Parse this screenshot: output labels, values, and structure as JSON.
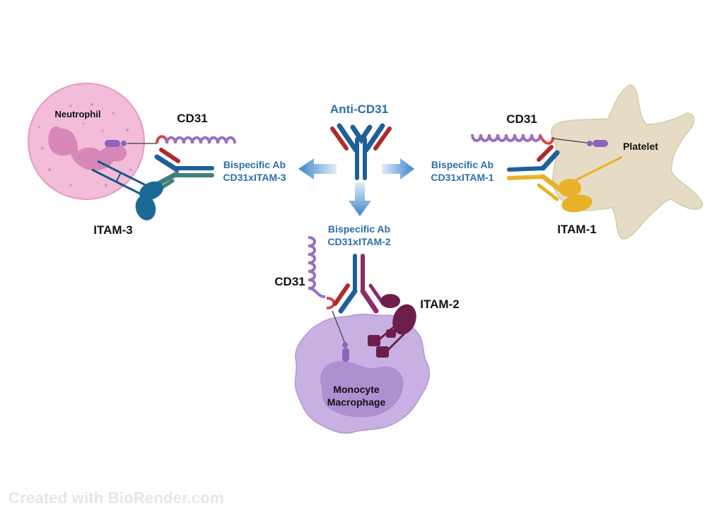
{
  "center": {
    "title": "Anti-CD31"
  },
  "left": {
    "cell_label": "Neutrophil",
    "cd31_label": "CD31",
    "ab_line1": "Bispecific Ab",
    "ab_line2": "CD31xITAM-3",
    "itam_label": "ITAM-3"
  },
  "right": {
    "cell_label": "Platelet",
    "cd31_label": "CD31",
    "ab_line1": "Bispecific Ab",
    "ab_line2": "CD31xITAM-1",
    "itam_label": "ITAM-1"
  },
  "bottom": {
    "cell_label_line1": "Monocyte",
    "cell_label_line2": "Macrophage",
    "cd31_label": "CD31",
    "ab_line1": "Bispecific Ab",
    "ab_line2": "CD31xITAM-2",
    "itam_label": "ITAM-2"
  },
  "watermark": "Created with BioRender.com",
  "colors": {
    "antibody_blue": "#1f5f9a",
    "antibody_red": "#b02a2a",
    "arrow_blue": "#3a86cc",
    "neutrophil_pink": "#f1b3d2",
    "neutrophil_nucleus": "#d88ab8",
    "platelet_beige": "#e6dcc6",
    "monocyte_lilac": "#c9b0e3",
    "cd31_purple": "#9a6fc2",
    "itam3_teal": "#1b6a96",
    "itam1_gold": "#e8b12a",
    "itam2_plum": "#6b1f4a"
  }
}
